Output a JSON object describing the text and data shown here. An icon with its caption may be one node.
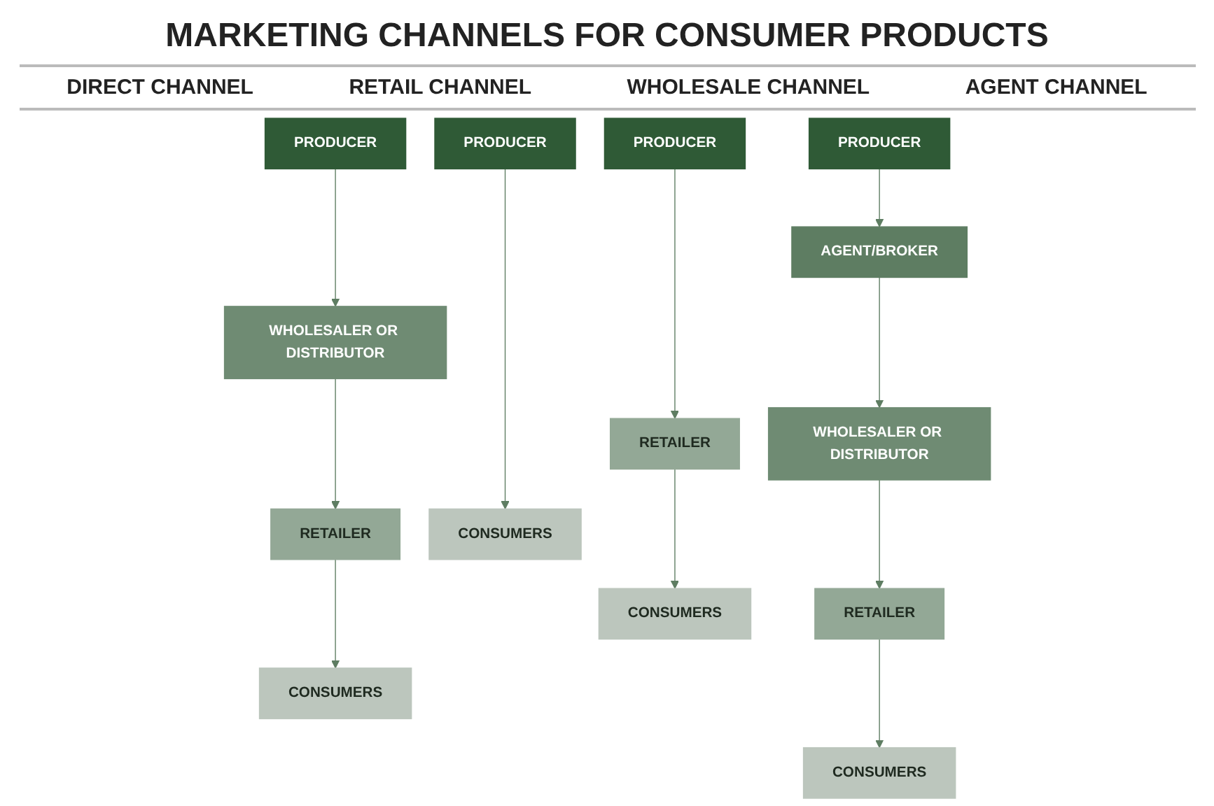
{
  "diagram": {
    "title": "MARKETING CHANNELS FOR CONSUMER PRODUCTS",
    "nodes": [
      {
        "text": [
          "PRODUCER"
        ]
      },
      {
        "text": [
          "PRODUCER"
        ]
      },
      {
        "text": [
          "PRODUCER"
        ]
      },
      {
        "text": [
          "PRODUCER"
        ]
      },
      {
        "text": [
          "AGENT/BROKER"
        ]
      },
      {
        "text": [
          "WHOLESALER OR DISTRIBUTOR"
        ]
      },
      {
        "text": [
          "WHOLESALER OR DISTRIBUTOR"
        ]
      },
      {
        "text": [
          "RETAILER"
        ]
      },
      {
        "text": [
          "RETAILER"
        ]
      },
      {
        "text": [
          "RETAILER"
        ]
      },
      {
        "text": [
          "CONSUMERS"
        ]
      },
      {
        "text": [
          "CONSUMERS"
        ]
      },
      {
        "text": [
          "CONSUMERS"
        ]
      },
      {
        "text": [
          "CONSUMERS"
        ]
      }
    ],
    "edges": [
      {
        "from": 0,
        "to": 10,
        "arrow": "to"
      },
      {
        "from": 1,
        "to": 7,
        "arrow": "to"
      },
      {
        "from": 7,
        "to": 11,
        "arrow": "to"
      },
      {
        "from": 2,
        "to": 5,
        "arrow": "to"
      },
      {
        "from": 5,
        "to": 8,
        "arrow": "to"
      },
      {
        "from": 8,
        "to": 12,
        "arrow": "to"
      },
      {
        "from": 3,
        "to": 4,
        "arrow": "to"
      },
      {
        "from": 4,
        "to": 6,
        "arrow": "to"
      },
      {
        "from": 6,
        "to": 9,
        "arrow": "to"
      },
      {
        "from": 9,
        "to": 13,
        "arrow": "to"
      }
    ],
    "labels": [
      "DIRECT CHANNEL",
      "RETAIL CHANNEL",
      "WHOLESALE CHANNEL",
      "AGENT CHANNEL"
    ]
  }
}
